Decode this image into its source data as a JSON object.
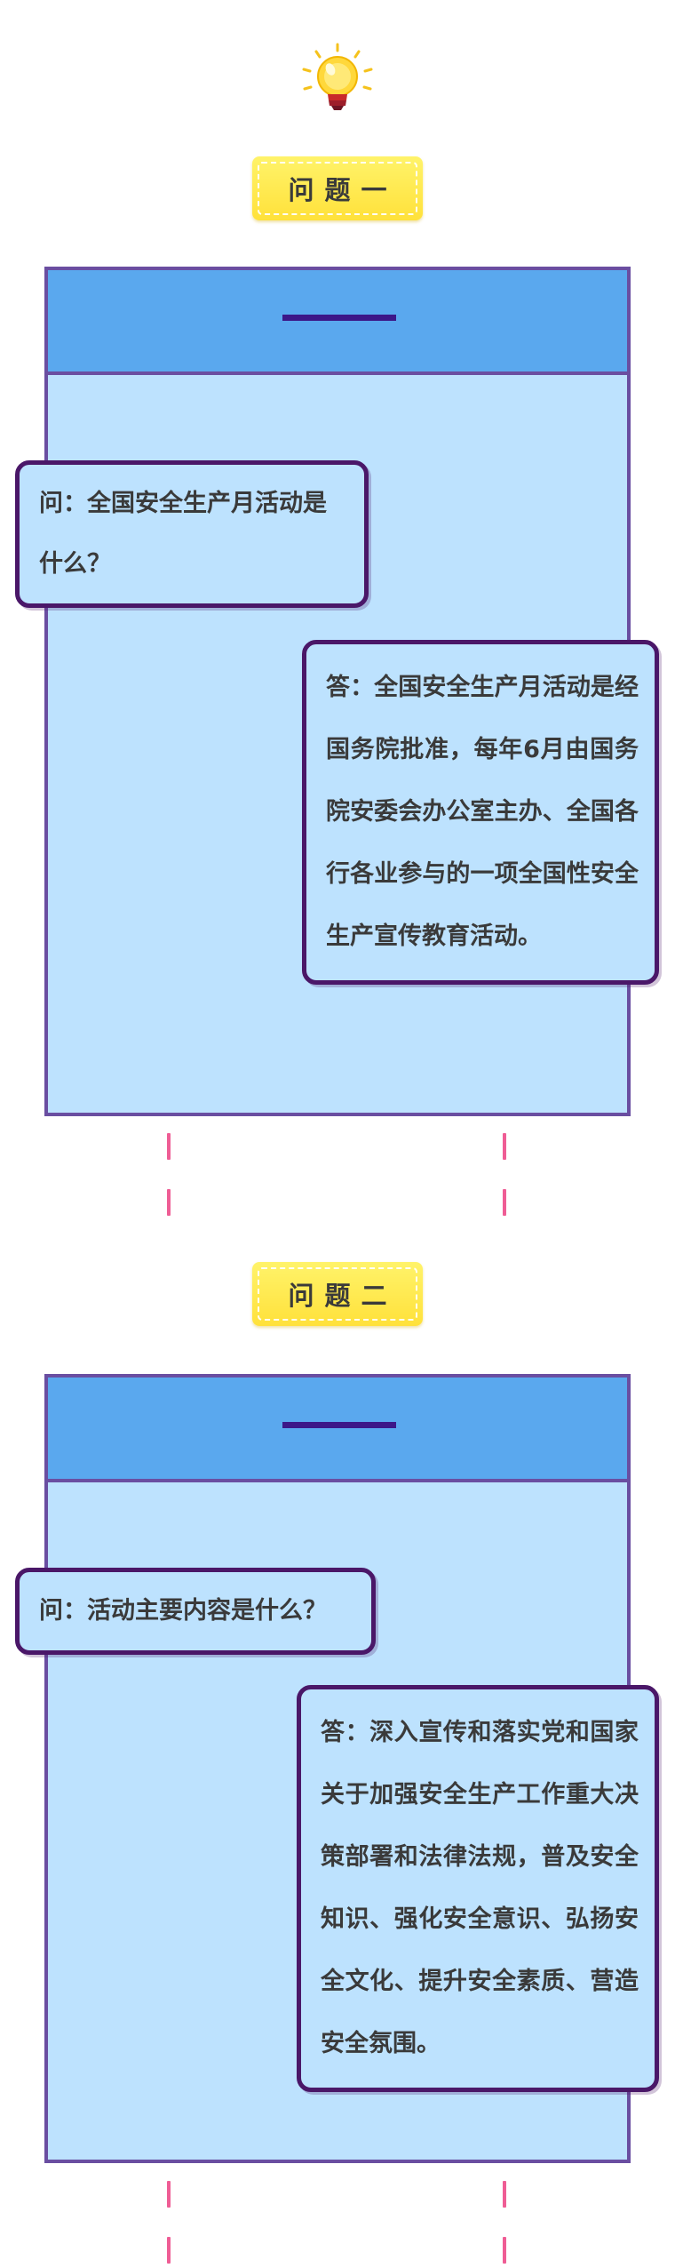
{
  "colors": {
    "badge": "#ffe13a",
    "card_body": "#bde2fe",
    "card_header": "#5aa8ee",
    "card_border": "#6a4ea1",
    "bubble_border": "#4a1768",
    "connector": "#ef5d95"
  },
  "icons": {
    "top": "lightbulb-icon"
  },
  "sections": [
    {
      "title": "问题一",
      "question": "问：全国安全生产月活动是什么？",
      "answer": "答：全国安全生产月活动是经国务院批准，每年6月由国务院安委会办公室主办、全国各行各业参与的一项全国性安全生产宣传教育活动。"
    },
    {
      "title": "问题二",
      "question": "问：活动主要内容是什么？",
      "answer": "答：深入宣传和落实党和国家关于加强安全生产工作重大决策部署和法律法规，普及安全知识、强化安全意识、弘扬安全文化、提升安全素质、营造安全氛围。"
    }
  ]
}
